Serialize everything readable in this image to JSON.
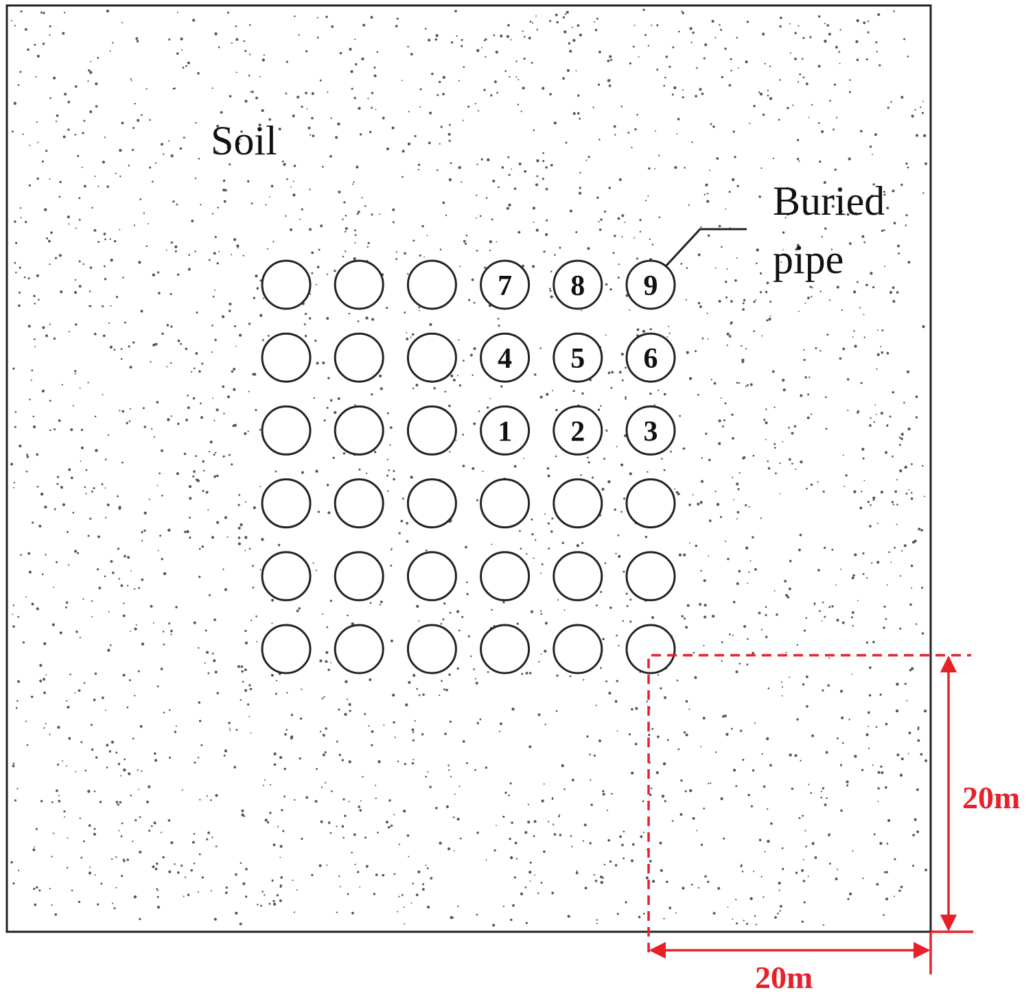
{
  "labels": {
    "soil": "Soil",
    "buried_line1": "Buried",
    "buried_line2": "pipe",
    "dim_vertical": "20m",
    "dim_horizontal": "20m"
  },
  "pipe_grid": {
    "rows": 6,
    "cols": 6,
    "numbered": [
      {
        "row": 0,
        "col": 3,
        "num": "7"
      },
      {
        "row": 0,
        "col": 4,
        "num": "8"
      },
      {
        "row": 0,
        "col": 5,
        "num": "9"
      },
      {
        "row": 1,
        "col": 3,
        "num": "4"
      },
      {
        "row": 1,
        "col": 4,
        "num": "5"
      },
      {
        "row": 1,
        "col": 5,
        "num": "6"
      },
      {
        "row": 2,
        "col": 3,
        "num": "1"
      },
      {
        "row": 2,
        "col": 4,
        "num": "2"
      },
      {
        "row": 2,
        "col": 5,
        "num": "3"
      }
    ]
  },
  "colors": {
    "outline": "#222222",
    "dimension": "#e8202a",
    "speckle": "#555555"
  }
}
